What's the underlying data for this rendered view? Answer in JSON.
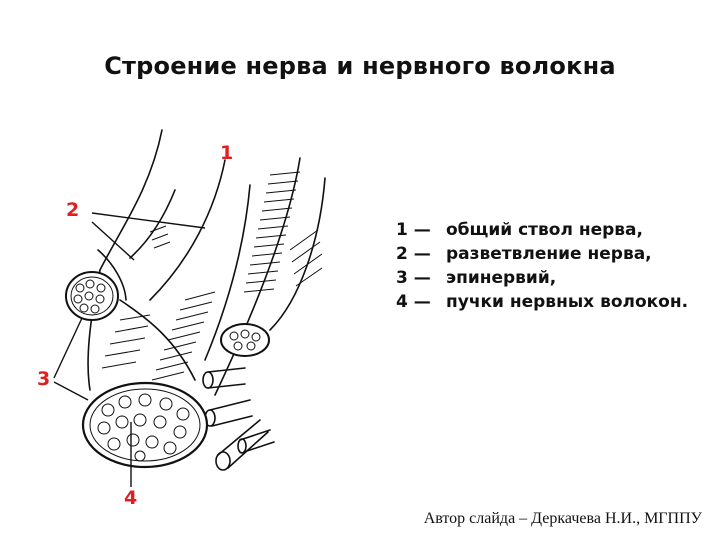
{
  "title": "Строение нерва и нервного волокна",
  "accent_color": "#e02020",
  "callouts": [
    {
      "id": "1",
      "color": "#e02020"
    },
    {
      "id": "2",
      "color": "#e02020"
    },
    {
      "id": "3",
      "color": "#e02020"
    },
    {
      "id": "4",
      "color": "#e02020"
    }
  ],
  "legend": [
    {
      "key": "1 —",
      "text": "общий ствол нерва,"
    },
    {
      "key": "2 —",
      "text": "разветвление нерва,"
    },
    {
      "key": "3 —",
      "text": "эпинервий,"
    },
    {
      "key": "4 —",
      "text": "пучки нервных волокон."
    }
  ],
  "credit": "Автор слайда – Деркачева Н.И., МГППУ"
}
